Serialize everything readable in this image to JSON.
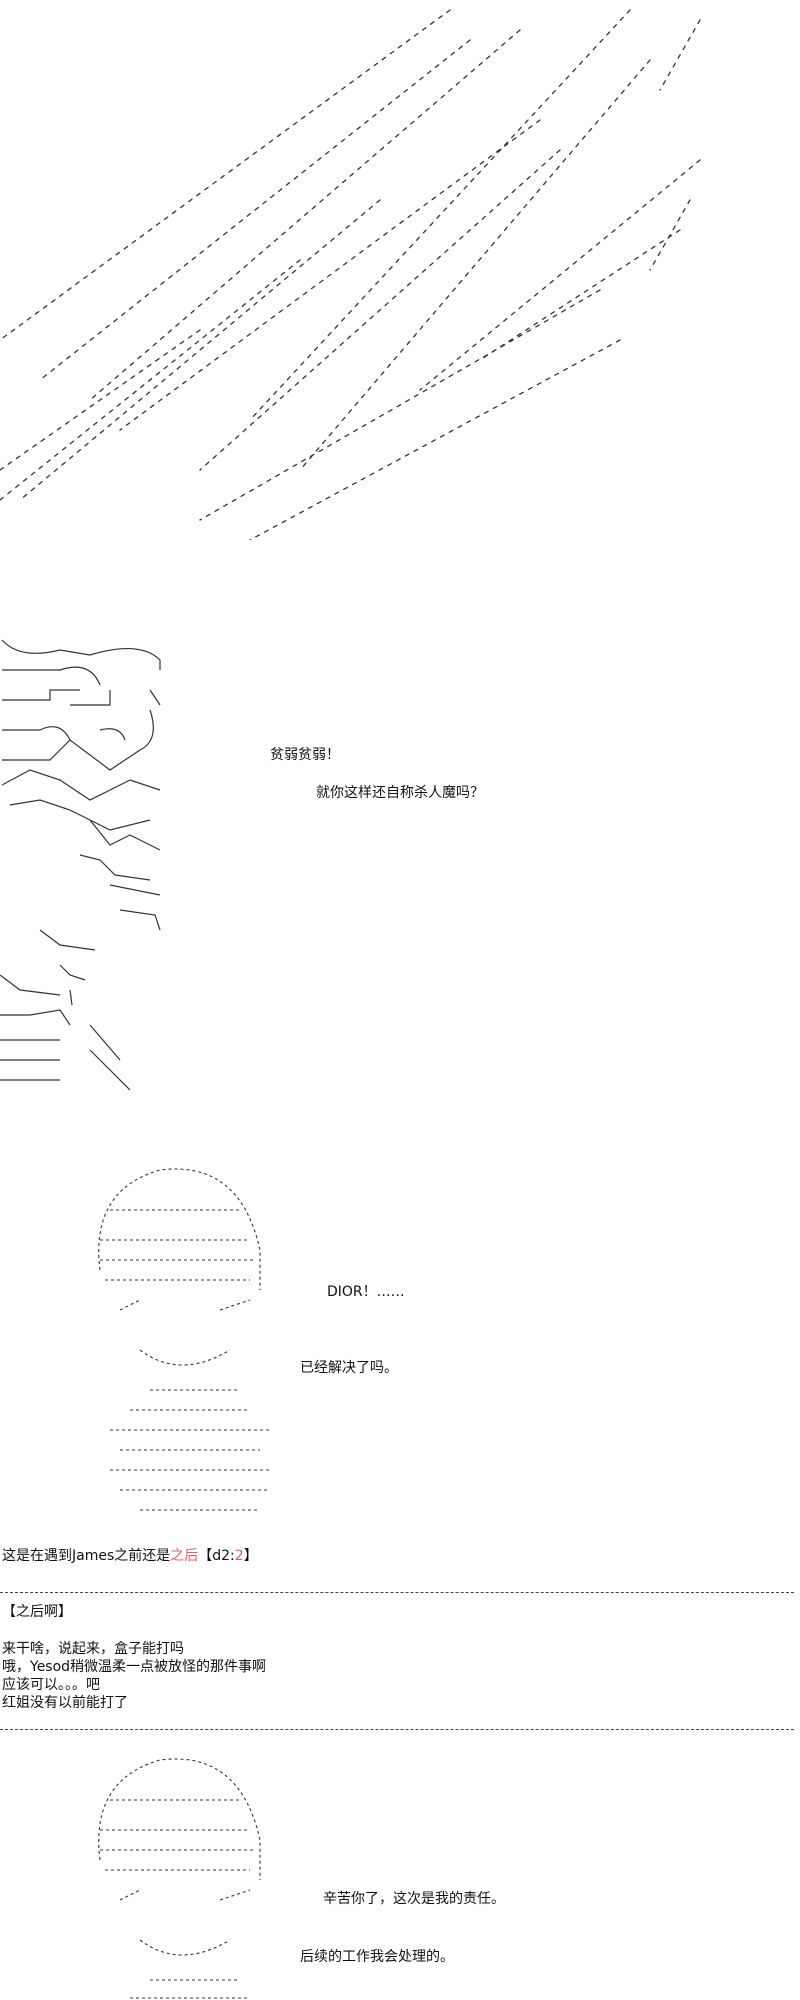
{
  "speech": {
    "line1": "贫弱贫弱！",
    "line2": "就你这样还自称杀人魔吗？",
    "line3": "DIOR！……",
    "line4": "已经解决了吗。",
    "line5": "辛苦你了，这次是我的责任。",
    "line6": "后续的工作我会处理的。"
  },
  "question": {
    "prefix": "这是在遇到James之前还是",
    "choice": "之后",
    "dice_open": "【d2:",
    "dice_value": "2",
    "dice_close": "】"
  },
  "after_section": {
    "heading": "【之后啊】",
    "lines": [
      "来干啥，说起来，盒子能打吗",
      "哦，Yesod稍微温柔一点被放怪的那件事啊",
      "应该可以。。。吧",
      "红姐没有以前能打了"
    ]
  },
  "colors": {
    "dice": "#e06060",
    "text": "#111111",
    "background": "#ffffff"
  }
}
